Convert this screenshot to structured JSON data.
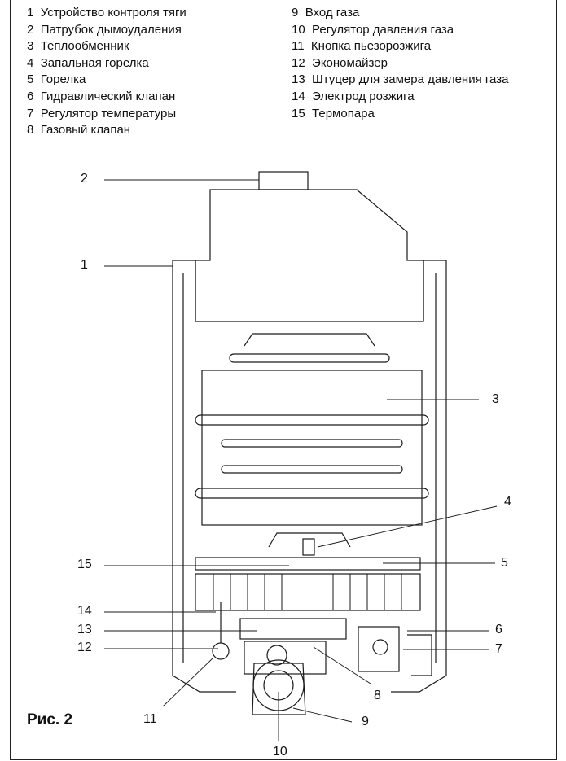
{
  "legend_left": [
    {
      "num": "1",
      "text": "Устройство контроля тяги"
    },
    {
      "num": "2",
      "text": "Патрубок дымоудаления"
    },
    {
      "num": "3",
      "text": "Теплообменник"
    },
    {
      "num": "4",
      "text": "Запальная горелка"
    },
    {
      "num": "5",
      "text": "Горелка"
    },
    {
      "num": "6",
      "text": "Гидравлический клапан"
    },
    {
      "num": "7",
      "text": "Регулятор температуры"
    },
    {
      "num": "8",
      "text": "Газовый клапан"
    }
  ],
  "legend_right": [
    {
      "num": "9",
      "text": "Вход газа"
    },
    {
      "num": "10",
      "text": "Регулятор давления газа"
    },
    {
      "num": "11",
      "text": "Кнопка пьезорозжига"
    },
    {
      "num": "12",
      "text": "Экономайзер"
    },
    {
      "num": "13",
      "text": "Штуцер для замера давления газа"
    },
    {
      "num": "14",
      "text": "Электрод розжига"
    },
    {
      "num": "15",
      "text": "Термопара"
    }
  ],
  "figure_caption": "Рис. 2",
  "callouts": {
    "c1": "1",
    "c2": "2",
    "c3": "3",
    "c4": "4",
    "c5": "5",
    "c6": "6",
    "c7": "7",
    "c8": "8",
    "c9": "9",
    "c10": "10",
    "c11": "11",
    "c12": "12",
    "c13": "13",
    "c14": "14",
    "c15": "15"
  }
}
